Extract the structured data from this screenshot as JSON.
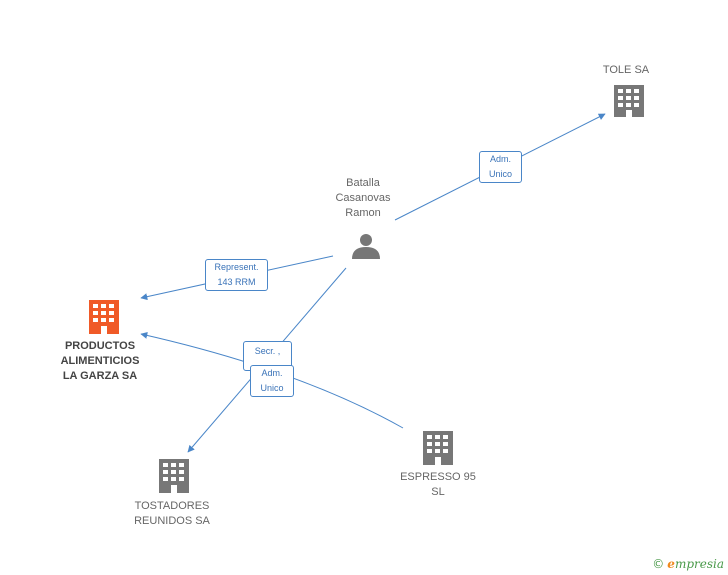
{
  "colors": {
    "edge": "#4a86c8",
    "node_building": "#777777",
    "node_main": "#f05a28",
    "node_person": "#777777"
  },
  "nodes": {
    "tole": {
      "label": "TOLE SA",
      "icon": "building-icon"
    },
    "person": {
      "label": "Batalla\nCasanovas\nRamon",
      "icon": "person-icon"
    },
    "productos": {
      "label": "PRODUCTOS\nALIMENTICIOS\nLA GARZA SA",
      "icon": "building-icon"
    },
    "tostadores": {
      "label": "TOSTADORES\nREUNIDOS SA",
      "icon": "building-icon"
    },
    "espresso": {
      "label": "ESPRESSO 95\nSL",
      "icon": "building-icon"
    }
  },
  "edges": {
    "adm_tole": "Adm.\nUnico",
    "represent": "Represent.\n143 RRM",
    "secr": "Secr. ,",
    "adm_unico": "Adm.\nUnico"
  },
  "brand": {
    "copyright": "©",
    "e": "e",
    "name": "mpresia"
  }
}
